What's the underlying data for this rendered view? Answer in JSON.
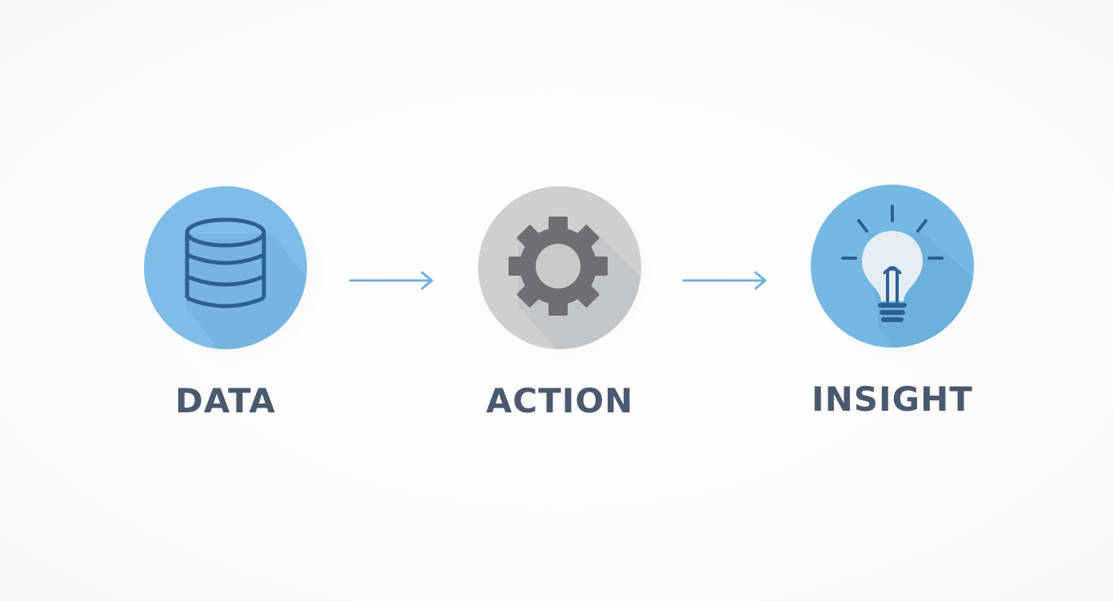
{
  "steps": [
    {
      "label": "DATA",
      "icon": "database-icon",
      "circle_color": "#7fbde8"
    },
    {
      "label": "ACTION",
      "icon": "gear-icon",
      "circle_color": "#cdcfd1"
    },
    {
      "label": "INSIGHT",
      "icon": "lightbulb-icon",
      "circle_color": "#75b8e2"
    }
  ],
  "colors": {
    "arrow": "#6fb0dd",
    "icon_dark_blue": "#2f5f92",
    "gear": "#6d6f72",
    "label_text": "#4a5a6e"
  }
}
